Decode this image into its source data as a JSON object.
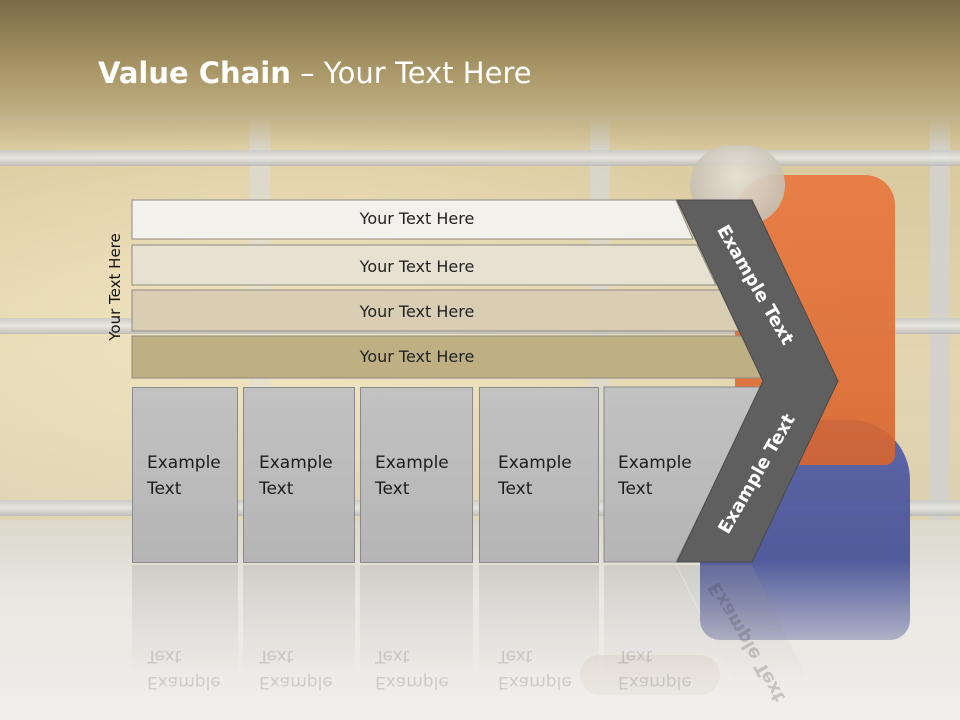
{
  "slide": {
    "title_bold": "Value Chain",
    "title_rest": " – Your Text Here",
    "side_label": "Your Text Here"
  },
  "rows": [
    {
      "label": "Your Text Here",
      "color": "#f3f1ec"
    },
    {
      "label": "Your Text Here",
      "color": "#e7e1d2"
    },
    {
      "label": "Your Text Here",
      "color": "#d9ceb3"
    },
    {
      "label": "Your Text Here",
      "color": "#bfb084"
    }
  ],
  "cells": [
    {
      "line1": "Example",
      "line2": "Text"
    },
    {
      "line1": "Example",
      "line2": "Text"
    },
    {
      "line1": "Example",
      "line2": "Text"
    },
    {
      "line1": "Example",
      "line2": "Text"
    },
    {
      "line1": "Example",
      "line2": "Text"
    }
  ],
  "chevron": {
    "top_label": "Example Text",
    "bottom_label": "Example Text",
    "color": "#5f5f5f"
  }
}
